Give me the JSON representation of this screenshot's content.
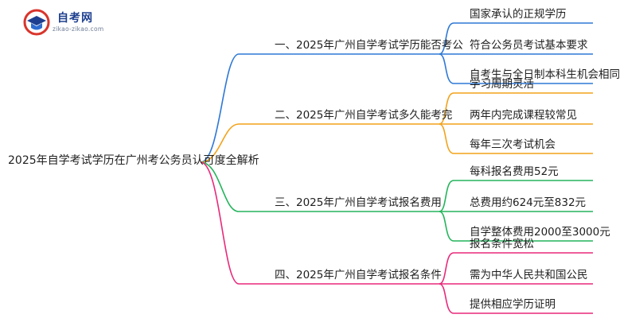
{
  "logo": {
    "name": "自考网",
    "url": "zikao-zikao.com"
  },
  "root": "2025年自学考试学历在广州考公务员认可度全解析",
  "branches": [
    {
      "label": "一、2025年广州自学考试学历能否考公",
      "color": "#2e78d6",
      "leaves": [
        "国家承认的正规学历",
        "符合公务员考试基本要求",
        "自考生与全日制本科生机会相同"
      ]
    },
    {
      "label": "二、2025年广州自学考试多久能考完",
      "color": "#f2a21a",
      "leaves": [
        "学习周期灵活",
        "两年内完成课程较常见",
        "每年三次考试机会"
      ]
    },
    {
      "label": "三、2025年广州自学考试报名费用",
      "color": "#23b45b",
      "leaves": [
        "每科报名费用52元",
        "总费用约624元至832元",
        "自学整体费用2000至3000元"
      ]
    },
    {
      "label": "四、2025年广州自学考试报名条件",
      "color": "#e8297a",
      "leaves": [
        "报名条件宽松",
        "需为中华人民共和国公民",
        "提供相应学历证明"
      ]
    }
  ]
}
